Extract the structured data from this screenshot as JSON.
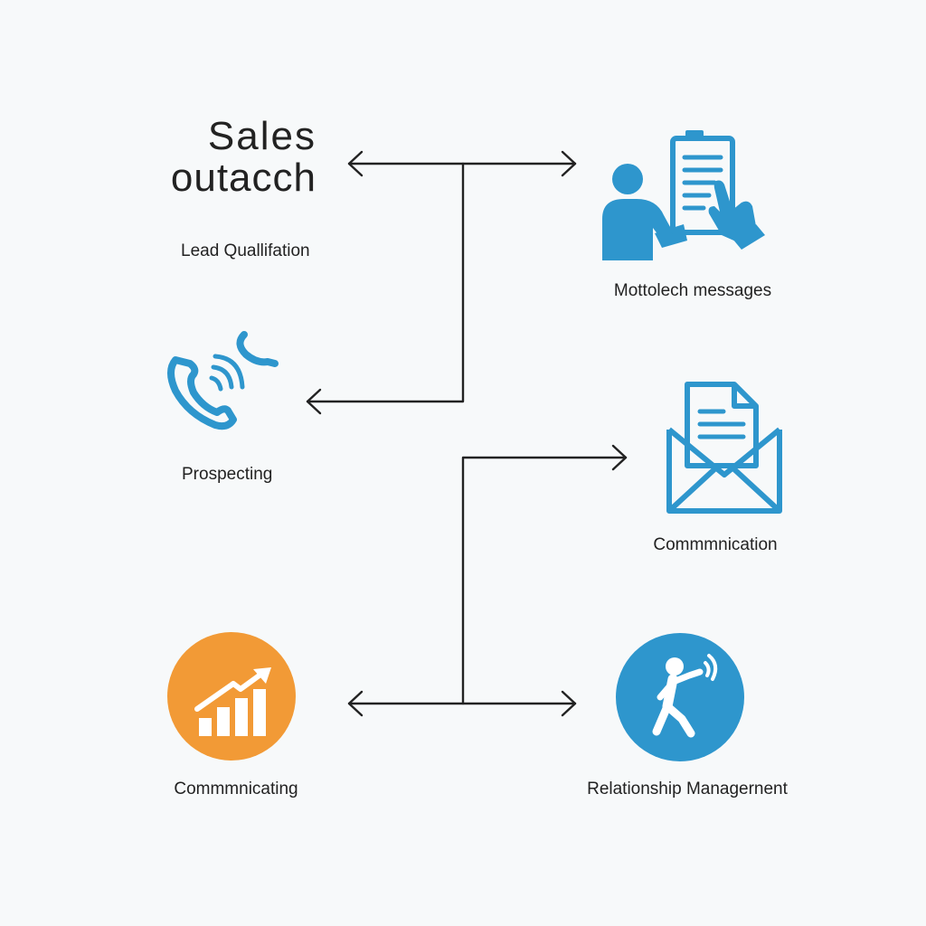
{
  "diagram": {
    "title_line1": "Sales",
    "title_line2": "outacch",
    "nodes": [
      {
        "id": "lead",
        "label": "Lead Quallifation",
        "icon": "none"
      },
      {
        "id": "messages",
        "label": "Mottolech messages",
        "icon": "person-clipboard-icon"
      },
      {
        "id": "prospecting",
        "label": "Prospecting",
        "icon": "phone-call-icon"
      },
      {
        "id": "communication",
        "label": "Commmnication",
        "icon": "envelope-document-icon"
      },
      {
        "id": "communicating",
        "label": "Commmnicating",
        "icon": "growth-chart-icon"
      },
      {
        "id": "relationship",
        "label": "Relationship Managernent",
        "icon": "walking-person-icon"
      }
    ]
  },
  "colors": {
    "accent_blue": "#2e96cd",
    "accent_orange": "#f29a36",
    "line": "#222222",
    "background": "#f7f9fa"
  }
}
